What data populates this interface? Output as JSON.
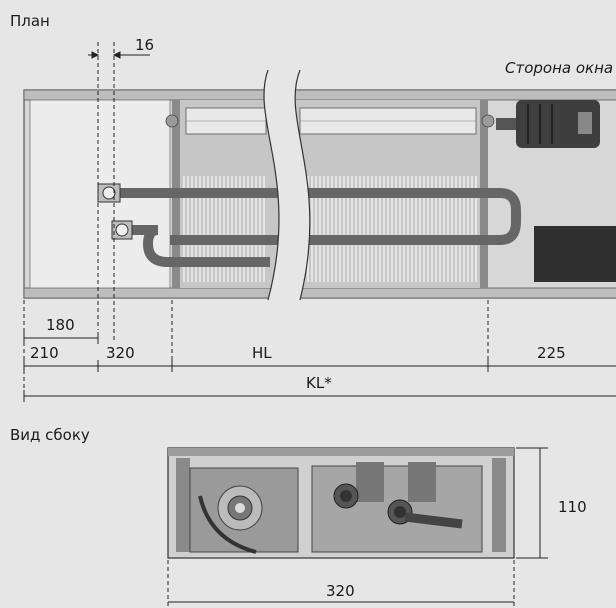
{
  "plan": {
    "title": "План",
    "window_side": "Сторона окна",
    "dim_16": "16",
    "dim_180": "180",
    "dim_210": "210",
    "dim_320": "320",
    "dim_HL": "HL",
    "dim_225": "225",
    "dim_KL": "KL*"
  },
  "side": {
    "title": "Вид сбоку",
    "dim_110": "110",
    "dim_320": "320"
  },
  "colors": {
    "background": "#e6e6e6",
    "frame": "#b8b8b8",
    "pipe": "#6a6a6a",
    "fins": "#cfcfcf",
    "motor": "#3a3a3a"
  }
}
